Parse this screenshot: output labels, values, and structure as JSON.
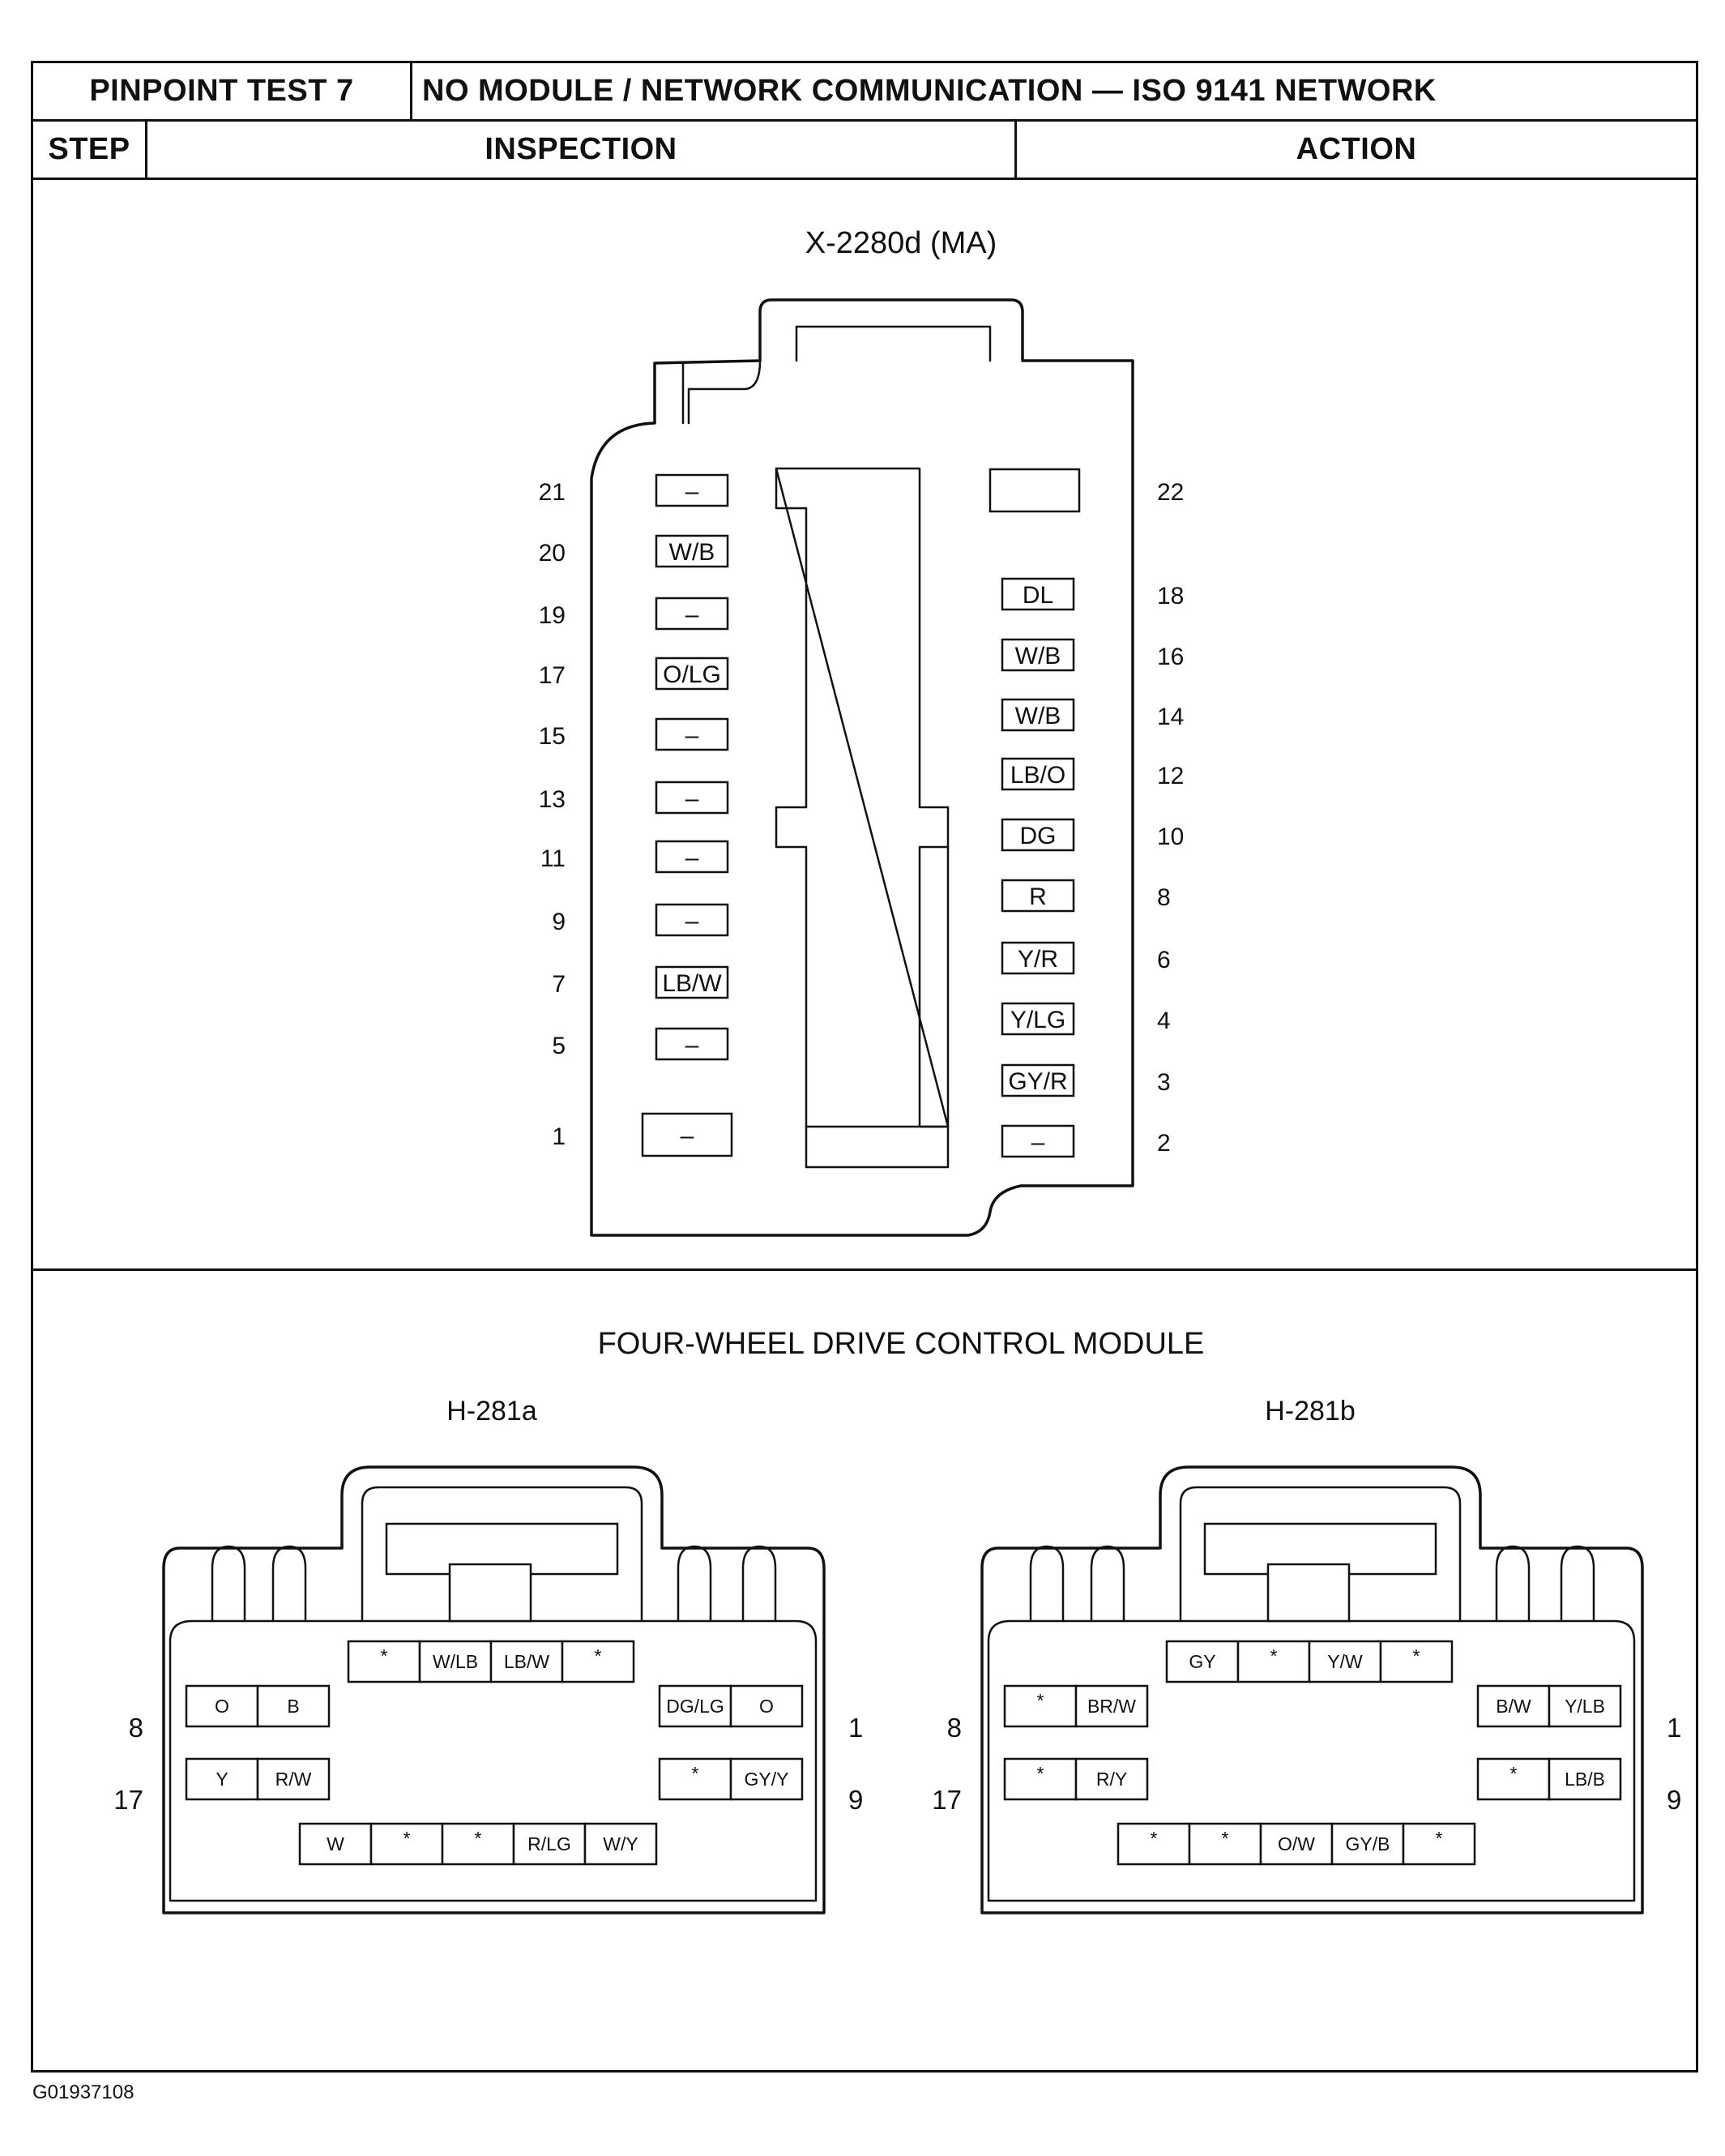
{
  "header": {
    "test_label": "PINPOINT TEST 7",
    "test_title": "NO MODULE / NETWORK COMMUNICATION — ISO 9141 NETWORK",
    "col_step": "STEP",
    "col_inspection": "INSPECTION",
    "col_action": "ACTION"
  },
  "connector_x2280d": {
    "title": "X-2280d (MA)",
    "left_pins": [
      {
        "num": "21",
        "wire": "–"
      },
      {
        "num": "20",
        "wire": "W/B"
      },
      {
        "num": "19",
        "wire": "–"
      },
      {
        "num": "17",
        "wire": "O/LG"
      },
      {
        "num": "15",
        "wire": "–"
      },
      {
        "num": "13",
        "wire": "–"
      },
      {
        "num": "11",
        "wire": "–"
      },
      {
        "num": "9",
        "wire": "–"
      },
      {
        "num": "7",
        "wire": "LB/W"
      },
      {
        "num": "5",
        "wire": "–"
      },
      {
        "num": "1",
        "wire": "–"
      }
    ],
    "right_pins": [
      {
        "num": "22",
        "wire": ""
      },
      {
        "num": "18",
        "wire": "DL"
      },
      {
        "num": "16",
        "wire": "W/B"
      },
      {
        "num": "14",
        "wire": "W/B"
      },
      {
        "num": "12",
        "wire": "LB/O"
      },
      {
        "num": "10",
        "wire": "DG"
      },
      {
        "num": "8",
        "wire": "R"
      },
      {
        "num": "6",
        "wire": "Y/R"
      },
      {
        "num": "4",
        "wire": "Y/LG"
      },
      {
        "num": "3",
        "wire": "GY/R"
      },
      {
        "num": "2",
        "wire": "–"
      }
    ]
  },
  "module": {
    "title": "FOUR-WHEEL DRIVE CONTROL MODULE",
    "connectors": [
      {
        "name": "H-281a",
        "num_top_left": "8",
        "num_bottom_left": "17",
        "num_top_right": "1",
        "num_bottom_right": "9",
        "row_top": [
          "*",
          "W/LB",
          "LB/W",
          "*"
        ],
        "row_mid_left": [
          "O",
          "B"
        ],
        "row_mid_right": [
          "DG/LG",
          "O"
        ],
        "row_low_left": [
          "Y",
          "R/W"
        ],
        "row_low_right": [
          "*",
          "GY/Y"
        ],
        "row_bottom": [
          "W",
          "*",
          "*",
          "R/LG",
          "W/Y"
        ]
      },
      {
        "name": "H-281b",
        "num_top_left": "8",
        "num_bottom_left": "17",
        "num_top_right": "1",
        "num_bottom_right": "9",
        "row_top": [
          "GY",
          "*",
          "Y/W",
          "*"
        ],
        "row_mid_left": [
          "*",
          "BR/W"
        ],
        "row_mid_right": [
          "B/W",
          "Y/LB"
        ],
        "row_low_left": [
          "*",
          "R/Y"
        ],
        "row_low_right": [
          "*",
          "LB/B"
        ],
        "row_bottom": [
          "*",
          "*",
          "O/W",
          "GY/B",
          "*"
        ]
      }
    ]
  },
  "doc_id": "G01937108"
}
